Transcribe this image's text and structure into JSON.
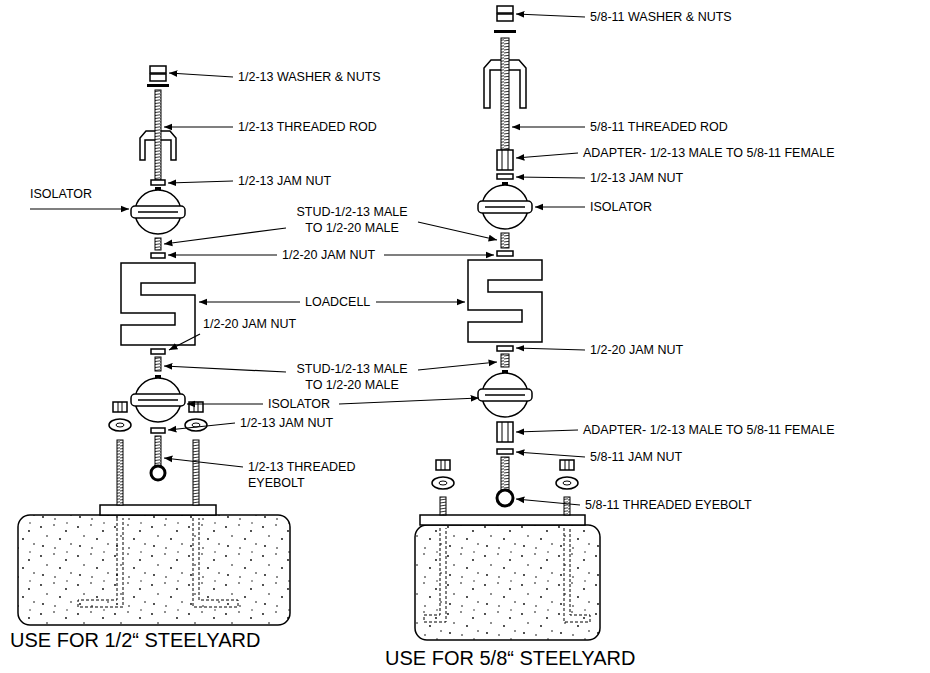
{
  "diagram": {
    "labels": [
      "1/2-13 WASHER & NUTS",
      "1/2-13 THREADED ROD",
      "ISOLATOR",
      "1/2-13 JAM NUT",
      "STUD-1/2-13 MALE TO 1/2-20 MALE",
      "1/2-20 JAM NUT",
      "LOADCELL",
      "1/2-20 JAM NUT",
      "STUD-1/2-13 MALE TO 1/2-20 MALE",
      "ISOLATOR",
      "1/2-13 JAM NUT",
      "1/2-13 THREADED EYEBOLT",
      "USE FOR 1/2“ STEELYARD",
      "5/8-11 WASHER & NUTS",
      "5/8-11 THREADED ROD",
      "ADAPTER- 1/2-13 MALE TO 5/8-11 FEMALE",
      "1/2-13 JAM NUT",
      "ISOLATOR",
      "1/2-20 JAM NUT",
      "ADAPTER- 1/2-13 MALE TO 5/8-11 FEMALE",
      "5/8-11 JAM NUT",
      "5/8-11 THREADED EYEBOLT",
      "USE FOR 5/8“ STEELYARD"
    ]
  }
}
